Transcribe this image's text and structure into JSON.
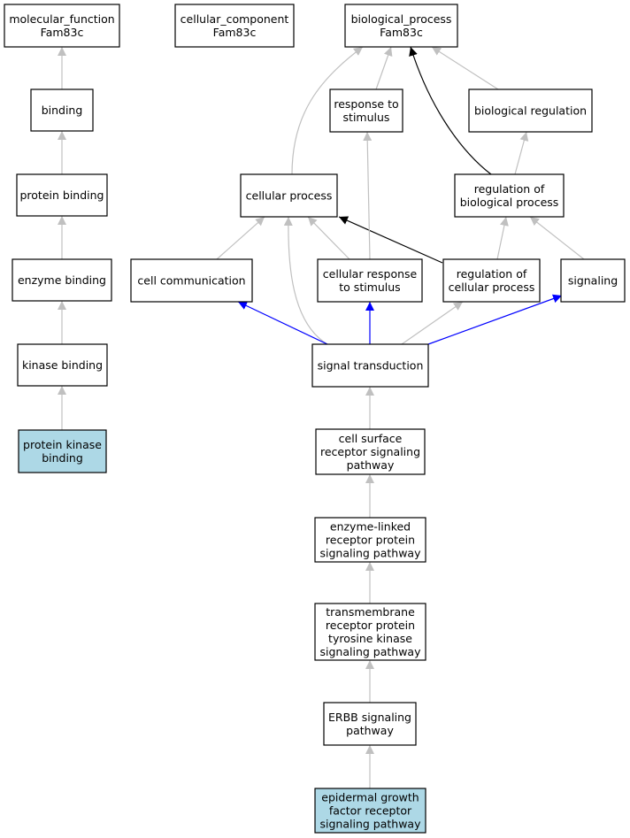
{
  "colors": {
    "highlight_fill": "#add8e6",
    "node_fill": "#ffffff",
    "edge_gray": "#c0c0c0",
    "edge_black": "#000000",
    "edge_blue": "#0000ff"
  },
  "nodes": [
    {
      "id": "molecular_function",
      "lines": [
        "molecular_function",
        "Fam83c"
      ],
      "highlight": false
    },
    {
      "id": "cellular_component",
      "lines": [
        "cellular_component",
        "Fam83c"
      ],
      "highlight": false
    },
    {
      "id": "biological_process",
      "lines": [
        "biological_process",
        "Fam83c"
      ],
      "highlight": false
    },
    {
      "id": "binding",
      "lines": [
        "binding"
      ],
      "highlight": false
    },
    {
      "id": "protein_binding",
      "lines": [
        "protein binding"
      ],
      "highlight": false
    },
    {
      "id": "enzyme_binding",
      "lines": [
        "enzyme binding"
      ],
      "highlight": false
    },
    {
      "id": "kinase_binding",
      "lines": [
        "kinase binding"
      ],
      "highlight": false
    },
    {
      "id": "protein_kinase_binding",
      "lines": [
        "protein kinase",
        "binding"
      ],
      "highlight": true
    },
    {
      "id": "response_to_stimulus",
      "lines": [
        "response to",
        "stimulus"
      ],
      "highlight": false
    },
    {
      "id": "biological_regulation",
      "lines": [
        "biological regulation"
      ],
      "highlight": false
    },
    {
      "id": "cellular_process",
      "lines": [
        "cellular process"
      ],
      "highlight": false
    },
    {
      "id": "regulation_of_biological_process",
      "lines": [
        "regulation of",
        "biological process"
      ],
      "highlight": false
    },
    {
      "id": "cell_communication",
      "lines": [
        "cell communication"
      ],
      "highlight": false
    },
    {
      "id": "cellular_response_to_stimulus",
      "lines": [
        "cellular response",
        "to stimulus"
      ],
      "highlight": false
    },
    {
      "id": "regulation_of_cellular_process",
      "lines": [
        "regulation of",
        "cellular process"
      ],
      "highlight": false
    },
    {
      "id": "signaling",
      "lines": [
        "signaling"
      ],
      "highlight": false
    },
    {
      "id": "signal_transduction",
      "lines": [
        "signal transduction"
      ],
      "highlight": false
    },
    {
      "id": "cell_surface_receptor_signaling_pathway",
      "lines": [
        "cell surface",
        "receptor signaling",
        "pathway"
      ],
      "highlight": false
    },
    {
      "id": "enzyme_linked_receptor_protein_signaling_pathway",
      "lines": [
        "enzyme-linked",
        "receptor protein",
        "signaling pathway"
      ],
      "highlight": false
    },
    {
      "id": "transmembrane_receptor_protein_tyrosine_kinase_signaling_pathway",
      "lines": [
        "transmembrane",
        "receptor protein",
        "tyrosine kinase",
        "signaling pathway"
      ],
      "highlight": false
    },
    {
      "id": "erbb_signaling_pathway",
      "lines": [
        "ERBB signaling",
        "pathway"
      ],
      "highlight": false
    },
    {
      "id": "epidermal_growth_factor_receptor_signaling_pathway",
      "lines": [
        "epidermal growth",
        "factor receptor",
        "signaling pathway"
      ],
      "highlight": true
    }
  ],
  "edges": [
    {
      "from": "binding",
      "to": "molecular_function",
      "color": "gray"
    },
    {
      "from": "protein_binding",
      "to": "binding",
      "color": "gray"
    },
    {
      "from": "enzyme_binding",
      "to": "protein_binding",
      "color": "gray"
    },
    {
      "from": "kinase_binding",
      "to": "enzyme_binding",
      "color": "gray"
    },
    {
      "from": "protein_kinase_binding",
      "to": "kinase_binding",
      "color": "gray"
    },
    {
      "from": "cellular_process",
      "to": "biological_process",
      "color": "gray"
    },
    {
      "from": "response_to_stimulus",
      "to": "biological_process",
      "color": "gray"
    },
    {
      "from": "regulation_of_biological_process",
      "to": "biological_process",
      "color": "black"
    },
    {
      "from": "biological_regulation",
      "to": "biological_process",
      "color": "gray"
    },
    {
      "from": "regulation_of_biological_process",
      "to": "biological_regulation",
      "color": "gray"
    },
    {
      "from": "cell_communication",
      "to": "cellular_process",
      "color": "gray"
    },
    {
      "from": "signal_transduction",
      "to": "cellular_process",
      "color": "gray"
    },
    {
      "from": "cellular_response_to_stimulus",
      "to": "cellular_process",
      "color": "gray"
    },
    {
      "from": "regulation_of_cellular_process",
      "to": "cellular_process",
      "color": "black"
    },
    {
      "from": "cellular_response_to_stimulus",
      "to": "response_to_stimulus",
      "color": "gray"
    },
    {
      "from": "regulation_of_cellular_process",
      "to": "regulation_of_biological_process",
      "color": "gray"
    },
    {
      "from": "signaling",
      "to": "regulation_of_biological_process",
      "color": "gray"
    },
    {
      "from": "signal_transduction",
      "to": "cell_communication",
      "color": "blue"
    },
    {
      "from": "signal_transduction",
      "to": "cellular_response_to_stimulus",
      "color": "blue"
    },
    {
      "from": "signal_transduction",
      "to": "regulation_of_cellular_process",
      "color": "gray"
    },
    {
      "from": "signal_transduction",
      "to": "signaling",
      "color": "blue"
    },
    {
      "from": "cell_surface_receptor_signaling_pathway",
      "to": "signal_transduction",
      "color": "gray"
    },
    {
      "from": "enzyme_linked_receptor_protein_signaling_pathway",
      "to": "cell_surface_receptor_signaling_pathway",
      "color": "gray"
    },
    {
      "from": "transmembrane_receptor_protein_tyrosine_kinase_signaling_pathway",
      "to": "enzyme_linked_receptor_protein_signaling_pathway",
      "color": "gray"
    },
    {
      "from": "erbb_signaling_pathway",
      "to": "transmembrane_receptor_protein_tyrosine_kinase_signaling_pathway",
      "color": "gray"
    },
    {
      "from": "epidermal_growth_factor_receptor_signaling_pathway",
      "to": "erbb_signaling_pathway",
      "color": "gray"
    }
  ]
}
